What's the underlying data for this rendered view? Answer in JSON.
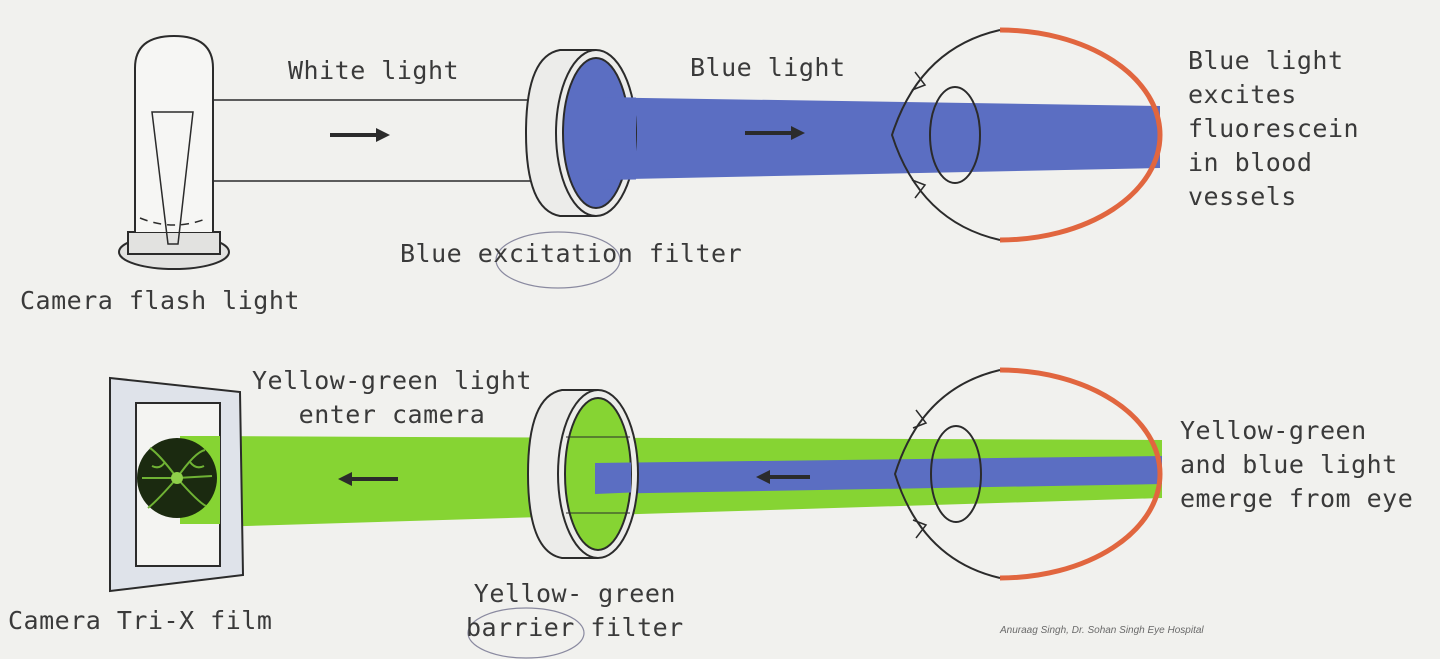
{
  "labels": {
    "white_light": "White light",
    "blue_light": "Blue light",
    "blue_excites": [
      "Blue light",
      "excites",
      "fluorescein",
      "in blood",
      "vessels"
    ],
    "excitation_filter": "Blue excitation filter",
    "flash": "Camera flash light",
    "yg_enter": [
      "Yellow-green light",
      "enter camera"
    ],
    "yg_emerge": [
      "Yellow-green",
      "and blue light",
      "emerge from eye"
    ],
    "barrier_filter": [
      "Yellow- green",
      "barrier filter"
    ],
    "film": "Camera Tri-X film"
  },
  "credit": "Anuraag Singh, Dr. Sohan Singh Eye Hospital",
  "colors": {
    "blue_beam": "#5b6ec2",
    "green_beam": "#86d433",
    "retina": "#e1663f",
    "ink": "#2b2b2b"
  },
  "icons": [
    "flash-lamp-icon",
    "filter-disc-icon",
    "eye-icon",
    "film-frame-icon",
    "fundus-image-icon",
    "arrow-icon"
  ]
}
